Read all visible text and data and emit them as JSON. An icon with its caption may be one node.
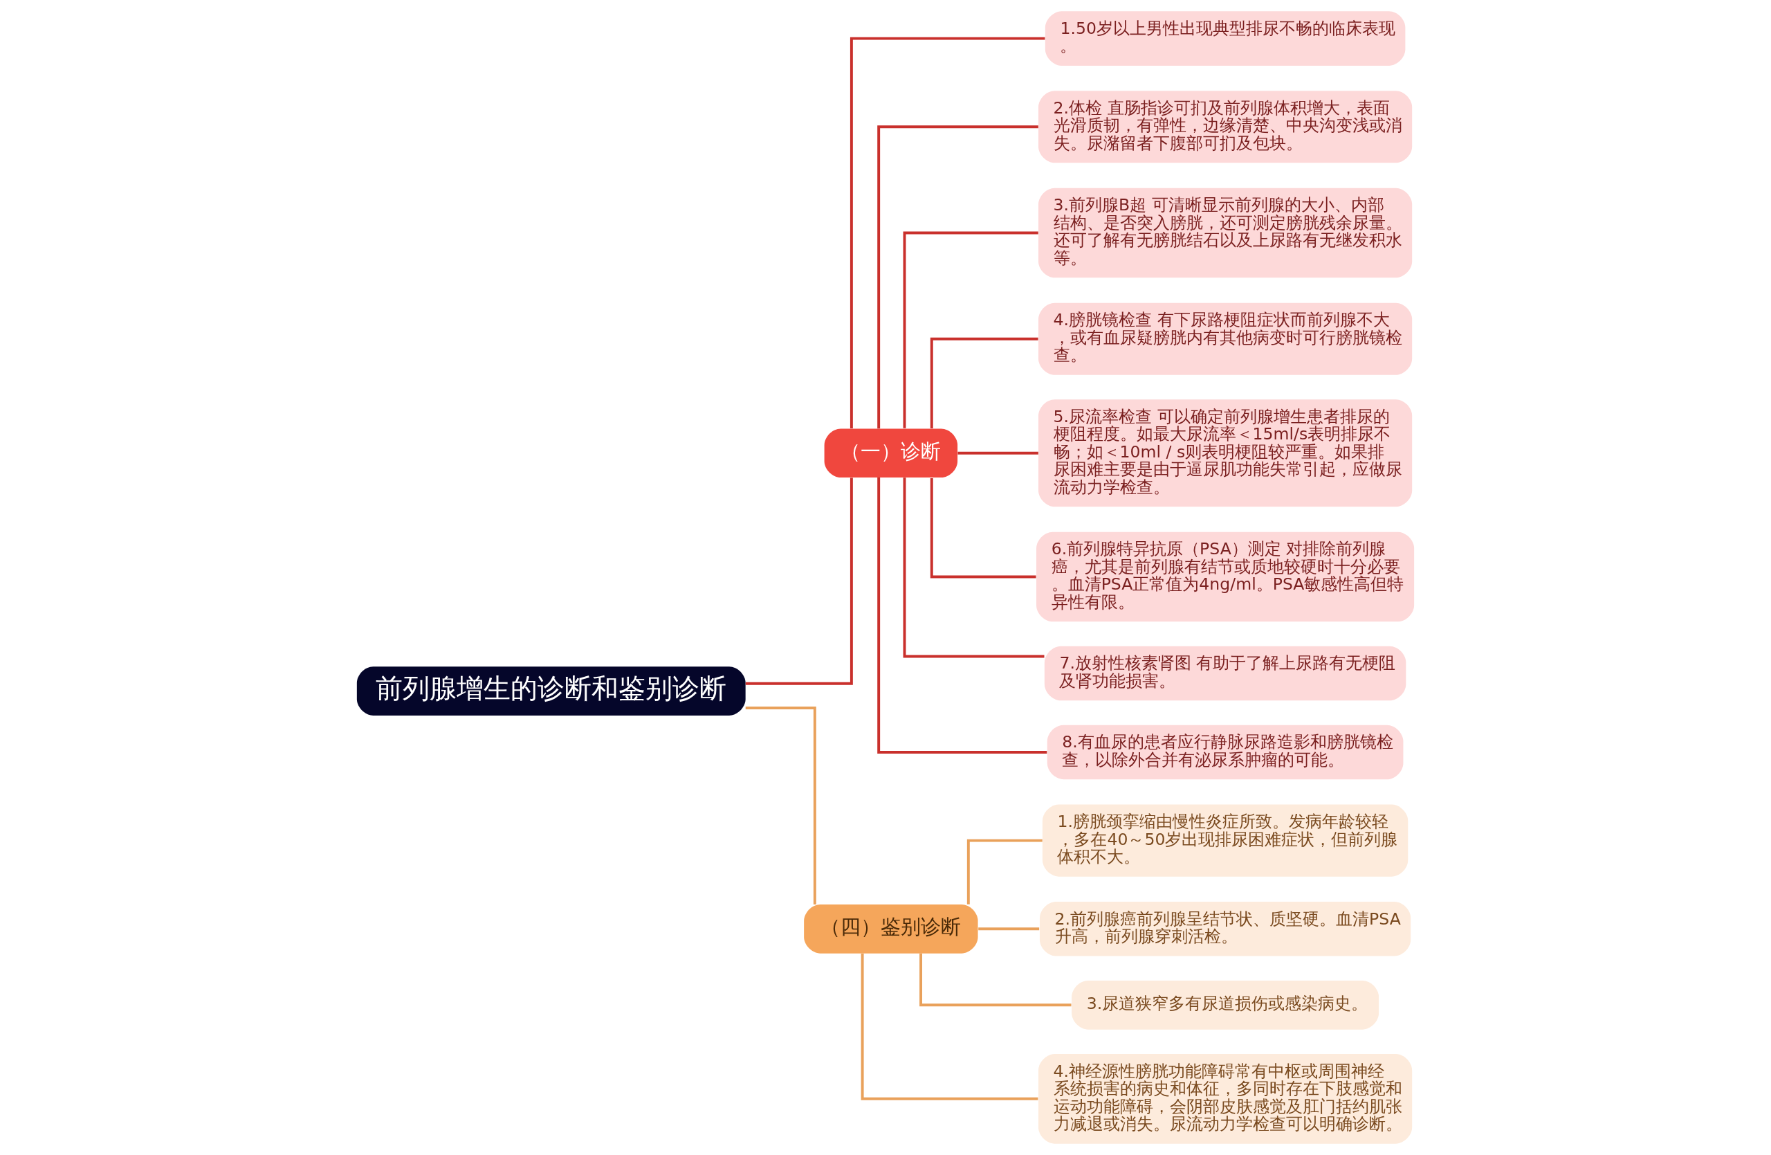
{
  "diagram": {
    "nodes": [
      {
        "text": [
          "前列腺增生的诊断和鉴别诊断"
        ]
      },
      {
        "text": [
          "（一）诊断"
        ]
      },
      {
        "text": [
          "1.50岁以上男性出现典型排尿不畅的临床表现。"
        ]
      },
      {
        "text": [
          "2.体检 直肠指诊可扪及前列腺体积增大，表面光滑质韧，有弹性，边缘清楚、中央沟变浅或消失。尿潴留者下腹部可扪及包块。"
        ]
      },
      {
        "text": [
          "3.前列腺B超 可清晰显示前列腺的大小、内部结构、是否突入膀胱，还可测定膀胱残余尿量。还可了解有无膀胱结石以及上尿路有无继发积水等。"
        ]
      },
      {
        "text": [
          "4.膀胱镜检查 有下尿路梗阻症状而前列腺不大，或有血尿疑膀胱内有其他病变时可行膀胱镜检查。"
        ]
      },
      {
        "text": [
          "5.尿流率检查 可以确定前列腺增生患者排尿的梗阻程度。如最大尿流率＜15ml/s表明排尿不畅；如＜10ml / s则表明梗阻较严重。如果排尿困难主要是由于逼尿肌功能失常引起，应做尿流动力学检查。"
        ]
      },
      {
        "text": [
          "6.前列腺特异抗原（PSA）测定 对排除前列腺癌，尤其是前列腺有结节或质地较硬时十分必要。血清PSA正常值为4ng/ml。PSA敏感性高但特异性有限。"
        ]
      },
      {
        "text": [
          "7.放射性核素肾图 有助于了解上尿路有无梗阻及肾功能损害。"
        ]
      },
      {
        "text": [
          "8.有血尿的患者应行静脉尿路造影和膀胱镜检查，以除外合并有泌尿系肿瘤的可能。"
        ]
      },
      {
        "text": [
          "（四）鉴别诊断"
        ]
      },
      {
        "text": [
          "1.膀胱颈挛缩由慢性炎症所致。发病年龄较轻，多在40～50岁出现排尿困难症状，但前列腺体积不大。"
        ]
      },
      {
        "text": [
          "2.前列腺癌前列腺呈结节状、质坚硬。血清PSA升高，前列腺穿刺活检。"
        ]
      },
      {
        "text": [
          "3.尿道狭窄多有尿道损伤或感染病史。"
        ]
      },
      {
        "text": [
          "4.神经源性膀胱功能障碍常有中枢或周围神经系统损害的病史和体征，多同时存在下肢感觉和运动功能障碍，会阴部皮肤感觉及肛门括约肌张力减退或消失。尿流动力学检查可以明确诊断。"
        ]
      }
    ],
    "edges": [
      {
        "from": 0,
        "to": 1,
        "arrow": "none"
      },
      {
        "from": 1,
        "to": 2,
        "arrow": "none"
      },
      {
        "from": 1,
        "to": 3,
        "arrow": "none"
      },
      {
        "from": 1,
        "to": 4,
        "arrow": "none"
      },
      {
        "from": 1,
        "to": 5,
        "arrow": "none"
      },
      {
        "from": 1,
        "to": 6,
        "arrow": "none"
      },
      {
        "from": 1,
        "to": 7,
        "arrow": "none"
      },
      {
        "from": 1,
        "to": 8,
        "arrow": "none"
      },
      {
        "from": 1,
        "to": 9,
        "arrow": "none"
      },
      {
        "from": 0,
        "to": 10,
        "arrow": "none",
        "color": "#e9a15b"
      },
      {
        "from": 10,
        "to": 11,
        "arrow": "none",
        "color": "#e9a15b"
      },
      {
        "from": 10,
        "to": 12,
        "arrow": "none",
        "color": "#e9a15b"
      },
      {
        "from": 10,
        "to": 13,
        "arrow": "none",
        "color": "#e9a15b"
      },
      {
        "from": 10,
        "to": 14,
        "arrow": "none",
        "color": "#e9a15b"
      }
    ]
  }
}
